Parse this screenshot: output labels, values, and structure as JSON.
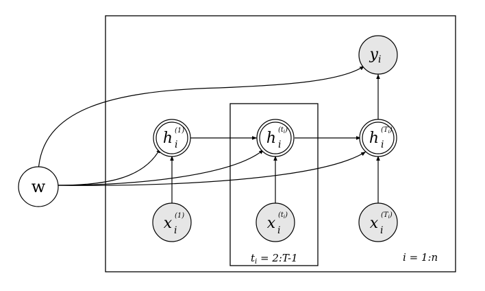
{
  "nodes": {
    "w": {
      "main": "w"
    },
    "y": {
      "main": "y",
      "sub": "i"
    },
    "h1": {
      "main": "h",
      "sub": "i",
      "sup": "(1)"
    },
    "ht": {
      "main": "h",
      "sub": "i",
      "sup": "(t",
      "supsub": "i",
      "supclose": ")"
    },
    "hT": {
      "main": "h",
      "sub": "i",
      "sup": "(T",
      "supsub": "i",
      "supclose": ")"
    },
    "x1": {
      "main": "x",
      "sub": "i",
      "sup": "(1)"
    },
    "xt": {
      "main": "x",
      "sub": "i",
      "sup": "(t",
      "supsub": "i",
      "supclose": ")"
    },
    "xT": {
      "main": "x",
      "sub": "i",
      "sup": "(T",
      "supsub": "i",
      "supclose": ")"
    }
  },
  "plates": {
    "inner": {
      "var": "t",
      "var_sub": "i",
      "range": " = 2:T-1"
    },
    "outer": {
      "label": "i = 1:n"
    }
  }
}
